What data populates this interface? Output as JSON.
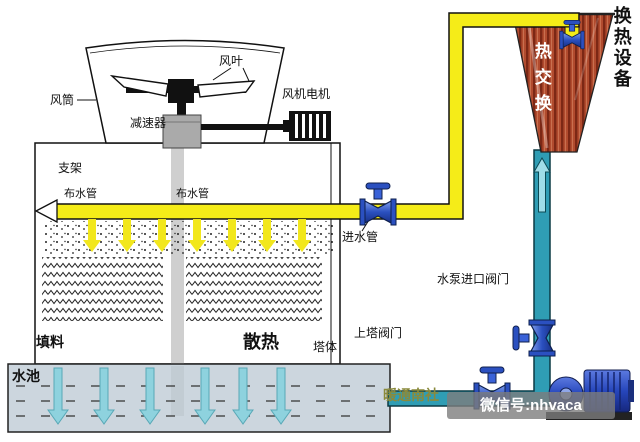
{
  "labels": {
    "fan_blade": "风叶",
    "fan_duct": "风筒",
    "fan_motor": "风机电机",
    "reducer": "减速器",
    "support_frame": "支架",
    "water_dist_pipe_left": "布水管",
    "water_dist_pipe_right": "布水管",
    "inlet_pipe": "进水管",
    "pump_inlet_valve": "水泵进口阀门",
    "tower_supply_valve": "上塔阀门",
    "fill_material": "填料",
    "heat_dissipation": "散热",
    "tower_body": "塔体",
    "water_basin": "水池",
    "heat_exchanger_unit": "换热设备",
    "heat_exchange": "热交换"
  },
  "watermarks": {
    "brand": "暖通南社",
    "wechat": "微信号:nhvaca"
  },
  "colors": {
    "hot_pipe": "#f5ec18",
    "cold_pipe": "#2f9db4",
    "exchanger_body": "#b14b2e",
    "basin_fill": "#ccd6de",
    "valve_blue": "#2b50c0",
    "pump_blue": "#2646bb",
    "basin_arrow": "#8ed2de"
  }
}
